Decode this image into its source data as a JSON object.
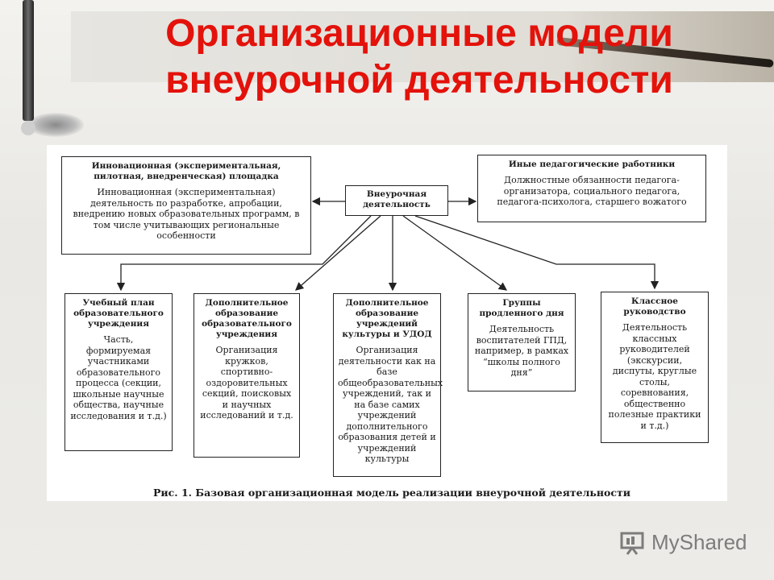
{
  "title": {
    "line1": "Организационные модели",
    "line2": "внеурочной деятельности"
  },
  "diagram": {
    "center": {
      "label": "Внеурочная деятельность"
    },
    "top_left": {
      "heading": "Инновационная (экспериментальная, пилотная, внедренческая) площадка",
      "text": "Инновационная (экспериментальная) деятельность по разработке, апробации, внедрению новых образовательных программ, в том числе учитывающих региональные особенности"
    },
    "top_right": {
      "heading": "Иные педагогические работники",
      "text": "Должностные обязанности педагога-организатора, социального педагога, педагога-психолога, старшего вожатого"
    },
    "bottom": [
      {
        "heading": "Учебный план образовательного учреждения",
        "text": "Часть, формируемая участниками образовательного процесса (секции, школьные научные общества, научные исследования и т.д.)"
      },
      {
        "heading": "Дополнительное образование образовательного учреждения",
        "text": "Организация кружков, спортивно-оздоровительных секций, поисковых и научных исследований и т.д."
      },
      {
        "heading": "Дополнительное образование учреждений культуры и УДОД",
        "text": "Организация деятельности как на базе общеобразовательных учреждений, так и на базе самих учреждений дополнительного образования детей и учреждений культуры"
      },
      {
        "heading": "Группы продленного дня",
        "text": "Деятельность воспитателей ГПД, например, в рамках “школы полного дня”"
      },
      {
        "heading": "Классное руководство",
        "text": "Деятельность классных руководителей (экскурсии, диспуты, круглые столы, соревнования, общественно полезные практики и т.д.)"
      }
    ],
    "caption": "Рис. 1. Базовая организационная модель реализации внеурочной деятельности"
  },
  "watermark": {
    "brand": "MyShared"
  },
  "colors": {
    "title": "#e3120b",
    "line": "#222222",
    "watermark": "#7c7c7c"
  }
}
